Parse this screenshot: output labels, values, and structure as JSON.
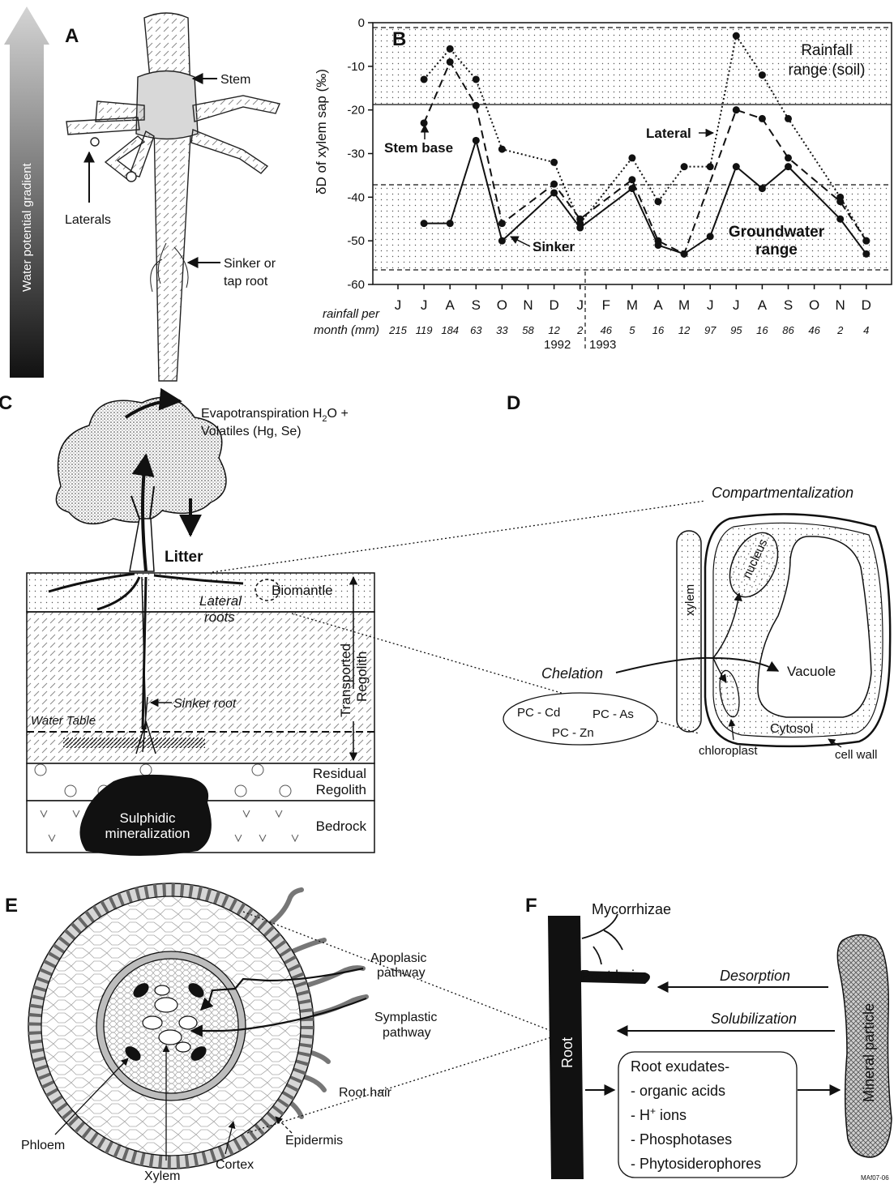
{
  "panels": {
    "a": {
      "letter": "A",
      "gradient_label": "Water potential gradient",
      "labels": {
        "stem": "Stem",
        "laterals": "Laterals",
        "sinker": "Sinker or",
        "sinker2": "tap root"
      }
    },
    "b": {
      "letter": "B",
      "rainfall_range": [
        "Rainfall",
        "range (soil)"
      ],
      "groundwater_range": [
        "Groundwater",
        "range"
      ],
      "series_labels": {
        "lateral": "Lateral",
        "stem_base": "Stem base",
        "sinker": "Sinker"
      },
      "rainfall_row_label": [
        "rainfall per",
        "month (mm)"
      ],
      "year_labels": [
        "1992",
        "1993"
      ],
      "rainfall_values": [
        "215",
        "119",
        "184",
        "63",
        "33",
        "58",
        "12",
        "2",
        "46",
        "5",
        "16",
        "12",
        "97",
        "95",
        "16",
        "86",
        "46",
        "2",
        "4"
      ]
    },
    "c": {
      "letter": "C",
      "evapo": [
        "Evapotranspiration H",
        "2",
        "O +",
        "Volatiles (Hg, Se)"
      ],
      "litter": "Litter",
      "biomantle": "Biomantle",
      "lateral_roots": [
        "Lateral",
        "roots"
      ],
      "transported": [
        "Transported",
        "Regolith"
      ],
      "sinker_root": "Sinker root",
      "water_table": "Water Table",
      "residual": [
        "Residual",
        "Regolith"
      ],
      "bedrock": "Bedrock",
      "sulphidic": [
        "Sulphidic",
        "mineralization"
      ]
    },
    "d": {
      "letter": "D",
      "compartment": "Compartmentalization",
      "xylem": "xylem",
      "nucleus": "nucleus",
      "chelation": "Chelation",
      "vacuole": "Vacuole",
      "pc": [
        "PC - Cd",
        "PC - As",
        "PC - Zn"
      ],
      "cytosol": "Cytosol",
      "chloroplast": "chloroplast",
      "cell_wall": "cell wall"
    },
    "e": {
      "letter": "E",
      "apoplasic": [
        "Apoplasic",
        "pathway"
      ],
      "symplastic": [
        "Symplastic",
        "pathway"
      ],
      "root_hair": "Root hair",
      "phloem": "Phloem",
      "xylem": "Xylem",
      "cortex": "Cortex",
      "epidermis": "Epidermis"
    },
    "f": {
      "letter": "F",
      "mycorrhizae": "Mycorrhizae",
      "root_hair": "Root hair",
      "desorption": "Desorption",
      "solubilization": "Solubilization",
      "root": "Root",
      "mineral": "Mineral particle",
      "exudates": [
        "Root exudates-",
        "- organic acids",
        "- H",
        "+",
        " ions",
        "- Phosphotases",
        "- Phytosiderophores"
      ],
      "code": "MAf07-06"
    }
  },
  "chart_data": {
    "type": "line",
    "ylabel": "δD of xylem sap (‰)",
    "ylim": [
      -60,
      0
    ],
    "yticks": [
      0,
      -10,
      -20,
      -30,
      -40,
      -50,
      -60
    ],
    "ytick_labels": [
      "0",
      "-10",
      "-20",
      "-30",
      "-40",
      "-50",
      "-60"
    ],
    "categories": [
      "J",
      "J",
      "A",
      "S",
      "O",
      "N",
      "D",
      "J",
      "F",
      "M",
      "A",
      "M",
      "J",
      "J",
      "A",
      "S",
      "O",
      "N",
      "D"
    ],
    "rainfall_band": [
      -1,
      -19
    ],
    "groundwater_band": [
      -37,
      -57
    ],
    "series": [
      {
        "name": "Lateral",
        "style": "dotted",
        "values": [
          -13,
          -6,
          -13,
          -29,
          null,
          -32,
          -46,
          null,
          -31,
          -41,
          -33,
          -33,
          -3,
          -12,
          -22,
          null,
          -40,
          -50
        ],
        "x_index": [
          1,
          2,
          3,
          4,
          5,
          6,
          7,
          8,
          9,
          10,
          11,
          12,
          13,
          14,
          15,
          16,
          17,
          18
        ]
      },
      {
        "name": "Stem base",
        "style": "dashed",
        "values": [
          -23,
          -9,
          -19,
          -46,
          null,
          -37,
          -45,
          null,
          -36,
          -50,
          -53,
          null,
          -20,
          -22,
          -31,
          null,
          -41,
          -50
        ],
        "x_index": [
          1,
          2,
          3,
          4,
          5,
          6,
          7,
          8,
          9,
          10,
          11,
          12,
          13,
          14,
          15,
          16,
          17,
          18
        ]
      },
      {
        "name": "Sinker",
        "style": "solid",
        "values": [
          -46,
          -46,
          -27,
          -50,
          null,
          -39,
          -47,
          null,
          -38,
          -51,
          -53,
          -49,
          -33,
          -38,
          -33,
          null,
          -45,
          -53
        ],
        "x_index": [
          1,
          2,
          3,
          4,
          5,
          6,
          7,
          8,
          9,
          10,
          11,
          12,
          13,
          14,
          15,
          16,
          17,
          18
        ]
      }
    ]
  }
}
